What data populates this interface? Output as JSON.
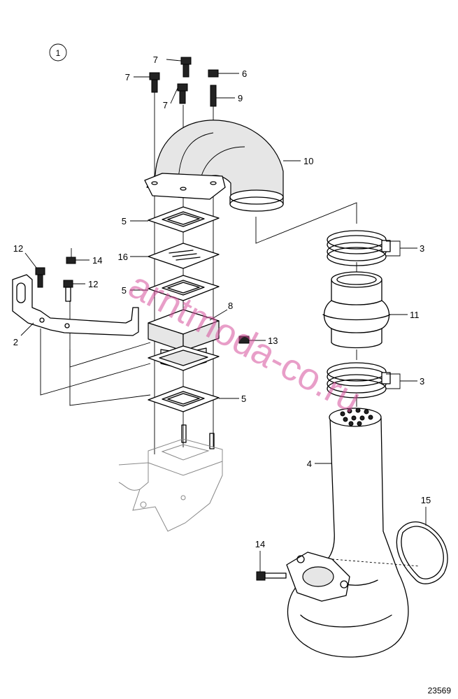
{
  "figure_number": "1",
  "drawing_number": "23569",
  "watermark": "arntmoda-co.ru",
  "labels": {
    "p2": "2",
    "p3a": "3",
    "p3b": "3",
    "p4": "4",
    "p5a": "5",
    "p5b": "5",
    "p5c": "5",
    "p6": "6",
    "p7a": "7",
    "p7b": "7",
    "p7c": "7",
    "p8": "8",
    "p9": "9",
    "p10": "10",
    "p11": "11",
    "p12a": "12",
    "p12b": "12",
    "p13": "13",
    "p14a": "14",
    "p14b": "14",
    "p15": "15",
    "p16": "16"
  }
}
